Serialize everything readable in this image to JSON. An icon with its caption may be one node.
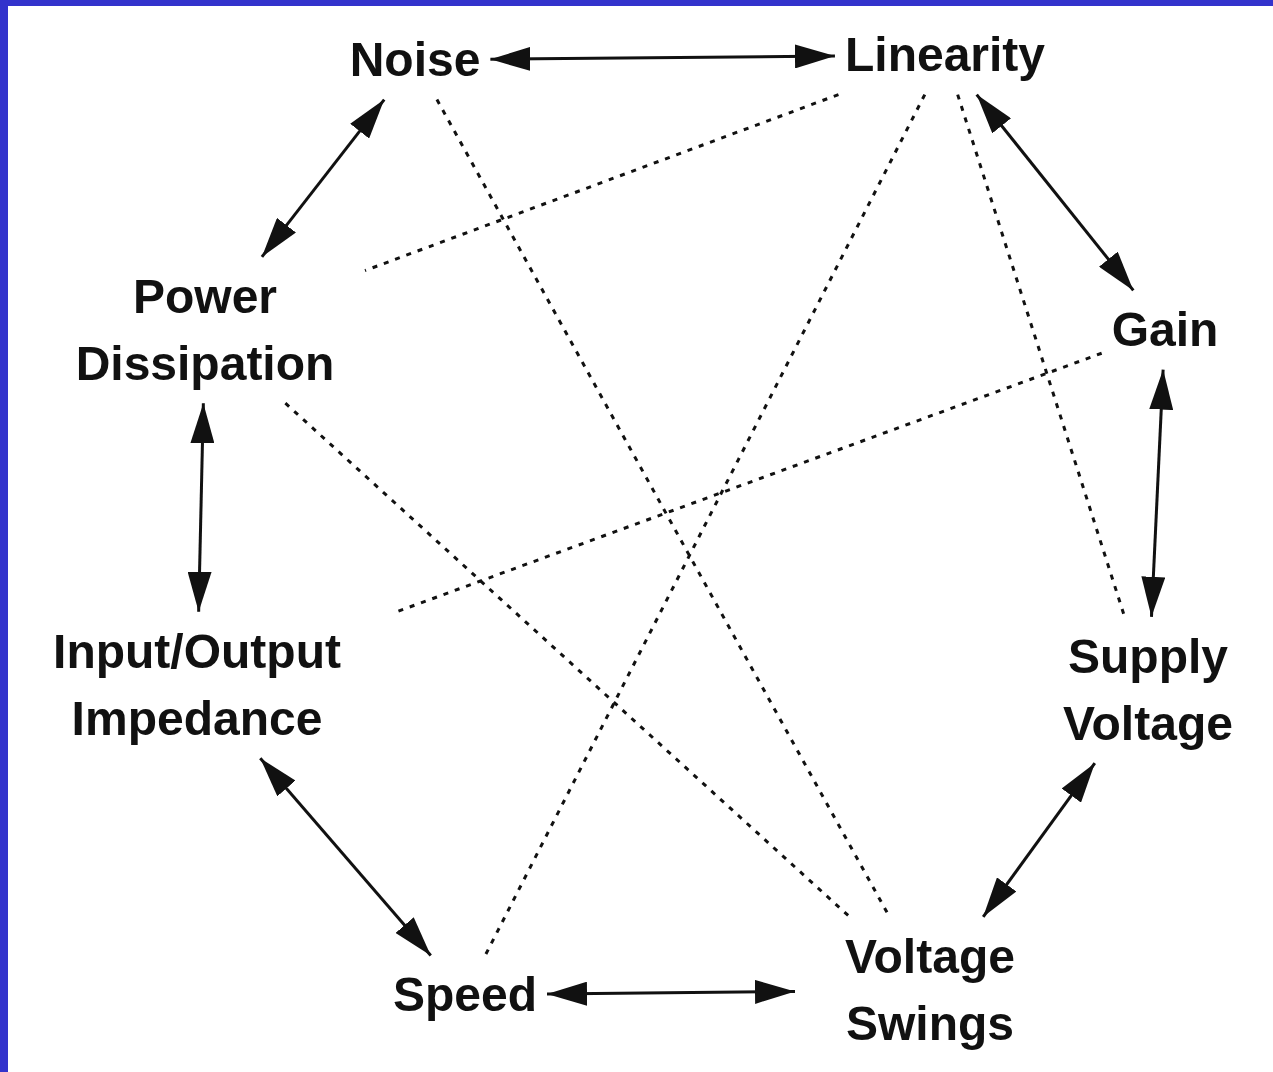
{
  "diagram": {
    "nodes": [
      {
        "text": [
          "Noise"
        ]
      },
      {
        "text": [
          "Linearity"
        ]
      },
      {
        "text": [
          "Power Dissipation"
        ]
      },
      {
        "text": [
          "Gain"
        ]
      },
      {
        "text": [
          "Input/Output Impedance"
        ]
      },
      {
        "text": [
          "Supply Voltage"
        ]
      },
      {
        "text": [
          "Speed"
        ]
      },
      {
        "text": [
          "Voltage Swings"
        ]
      }
    ],
    "edges": [
      {
        "from": 0,
        "to": 1,
        "arrow": "both"
      },
      {
        "from": 1,
        "to": 3,
        "arrow": "both"
      },
      {
        "from": 3,
        "to": 5,
        "arrow": "both"
      },
      {
        "from": 5,
        "to": 7,
        "arrow": "both"
      },
      {
        "from": 7,
        "to": 6,
        "arrow": "both"
      },
      {
        "from": 6,
        "to": 4,
        "arrow": "both"
      },
      {
        "from": 4,
        "to": 2,
        "arrow": "both"
      },
      {
        "from": 2,
        "to": 0,
        "arrow": "both"
      },
      {
        "from": 0,
        "to": 7,
        "arrow": "none",
        "style": "dashed"
      },
      {
        "from": 1,
        "to": 2,
        "arrow": "none",
        "style": "dashed"
      },
      {
        "from": 1,
        "to": 6,
        "arrow": "none",
        "style": "dashed"
      },
      {
        "from": 1,
        "to": 5,
        "arrow": "none",
        "style": "dashed"
      },
      {
        "from": 3,
        "to": 4,
        "arrow": "none",
        "style": "dashed"
      },
      {
        "from": 2,
        "to": 7,
        "arrow": "none",
        "style": "dashed"
      }
    ]
  }
}
